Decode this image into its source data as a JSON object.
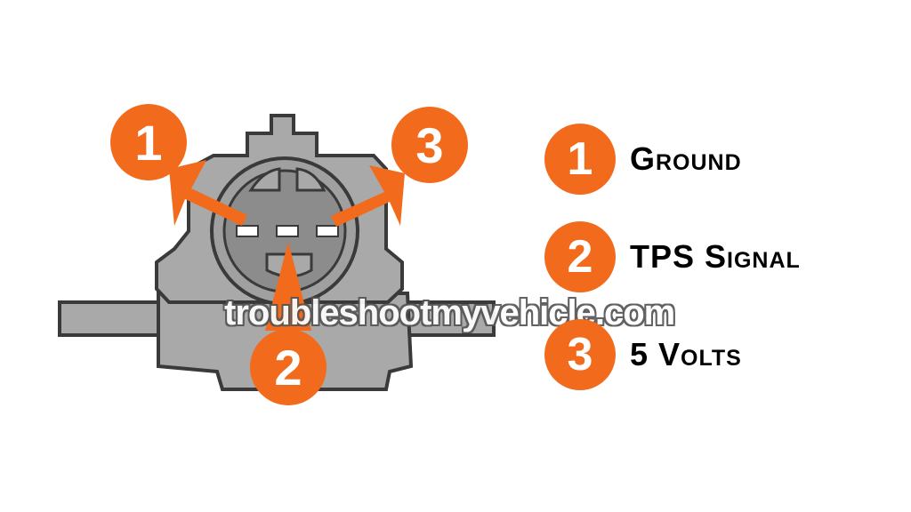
{
  "colors": {
    "accent": "#f26a1b",
    "connector_body": "#a9a9a9",
    "connector_face": "#8c8c8c",
    "terminal": "#ffffff"
  },
  "callouts": [
    {
      "number": "1"
    },
    {
      "number": "2"
    },
    {
      "number": "3"
    }
  ],
  "legend": [
    {
      "number": "1",
      "label": "Ground"
    },
    {
      "number": "2",
      "label": "TPS Signal"
    },
    {
      "number": "3",
      "label": "5 Volts"
    }
  ],
  "watermark": "troubleshootmyvehicle.com"
}
